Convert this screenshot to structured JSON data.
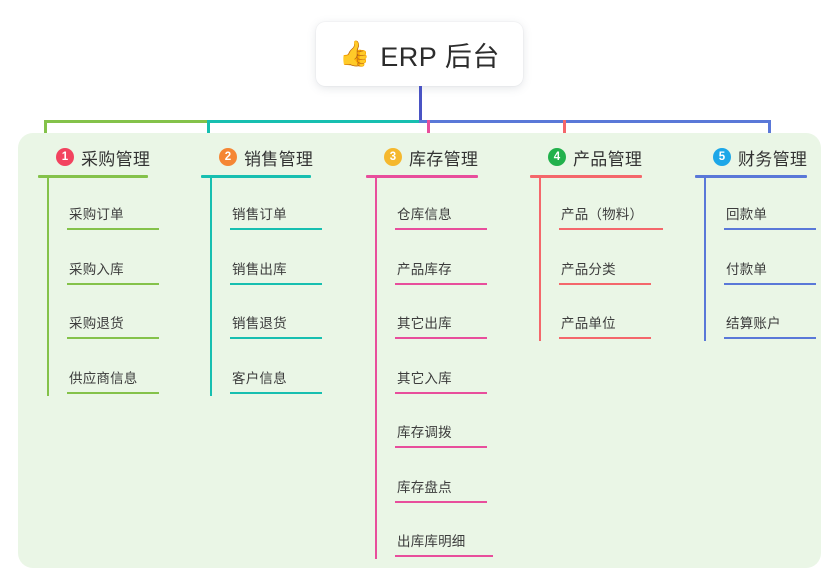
{
  "diagram": {
    "root": {
      "icon": "thumbs-up-emoji",
      "icon_glyph": "👍",
      "label": "ERP 后台"
    },
    "panel_color": "#eaf6e6",
    "root_stem_color": "#4a54c4",
    "columns": [
      {
        "number": "1",
        "title": "采购管理",
        "badge_color": "#f2435f",
        "line_color": "#84c24a",
        "items": [
          "采购订单",
          "采购入库",
          "采购退货",
          "供应商信息"
        ]
      },
      {
        "number": "2",
        "title": "销售管理",
        "badge_color": "#f58634",
        "line_color": "#17bfb0",
        "items": [
          "销售订单",
          "销售出库",
          "销售退货",
          "客户信息"
        ]
      },
      {
        "number": "3",
        "title": "库存管理",
        "badge_color": "#f5b82e",
        "line_color": "#e84e9c",
        "items": [
          "仓库信息",
          "产品库存",
          "其它出库",
          "其它入库",
          "库存调拨",
          "库存盘点",
          "出库库明细"
        ]
      },
      {
        "number": "4",
        "title": "产品管理",
        "badge_color": "#22b14c",
        "line_color": "#f4676b",
        "items": [
          "产品（物料）",
          "产品分类",
          "产品单位"
        ]
      },
      {
        "number": "5",
        "title": "财务管理",
        "badge_color": "#1ca7e8",
        "line_color": "#5a78d8",
        "items": [
          "回款单",
          "付款单",
          "结算账户"
        ]
      }
    ],
    "bus": {
      "segments": [
        {
          "name": "segment-green",
          "color": "#84c24a"
        },
        {
          "name": "segment-teal",
          "color": "#17bfb0"
        },
        {
          "name": "segment-blue",
          "color": "#4a54c4"
        }
      ]
    }
  }
}
